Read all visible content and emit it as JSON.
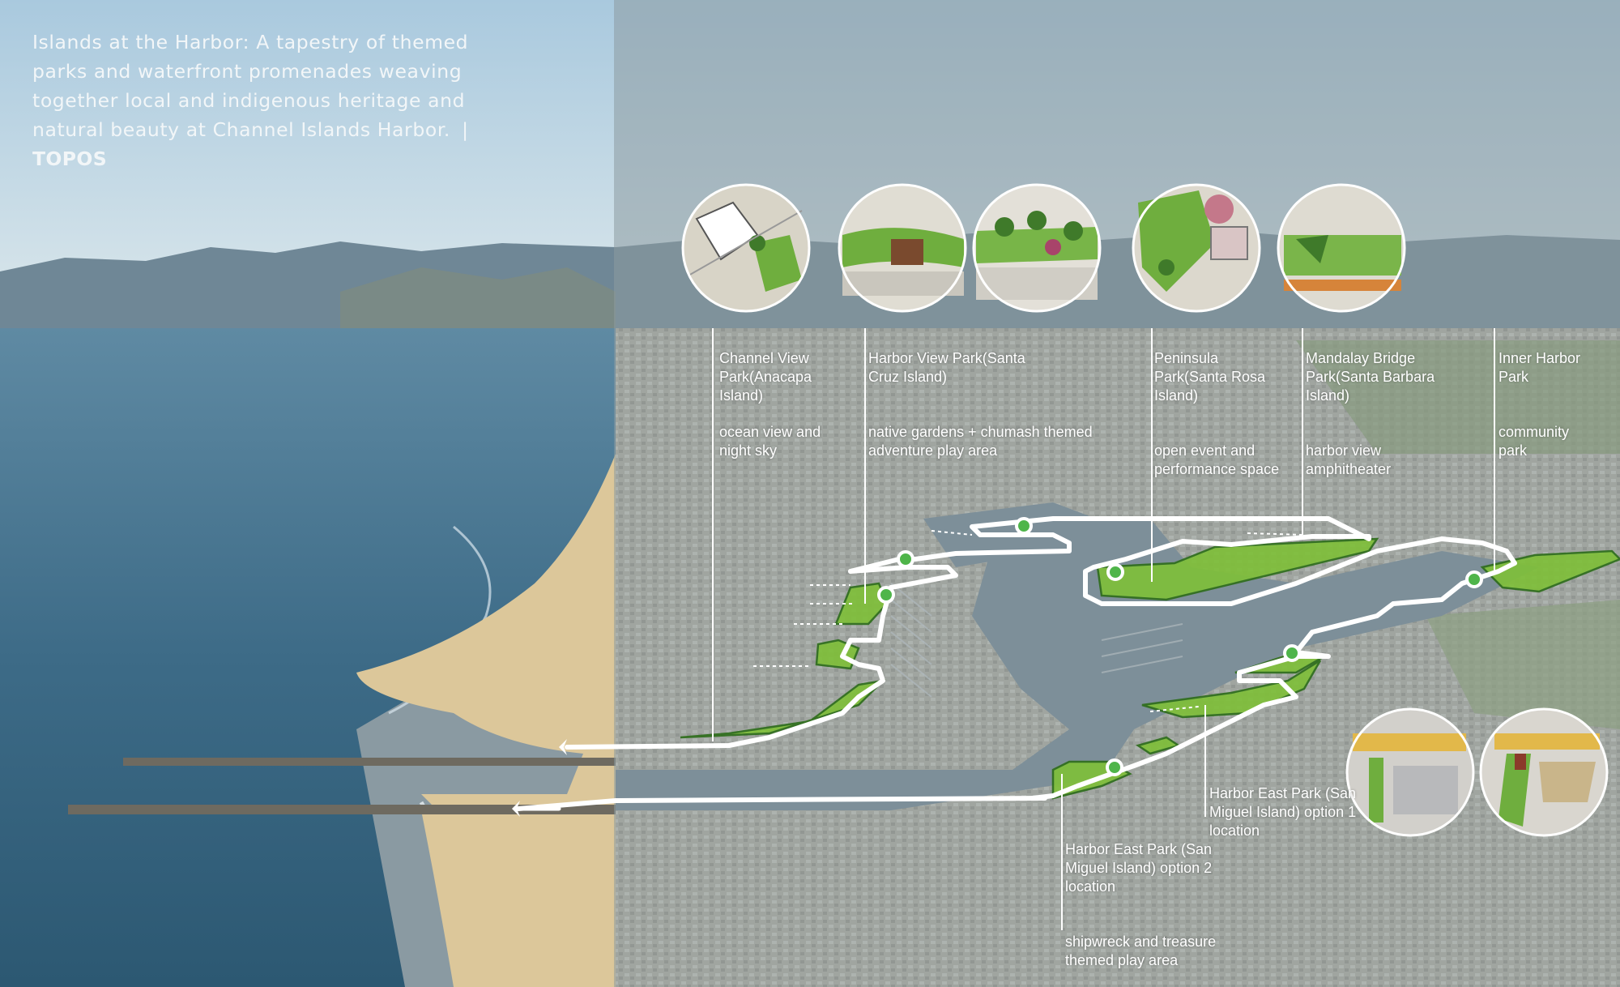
{
  "caption": {
    "text": "Islands at the Harbor: A tapestry of themed parks and waterfront promenades weaving together local and indigenous heritage and natural beauty at Channel Islands Harbor.",
    "separator": "|",
    "brand": "TOPOS"
  },
  "parks": [
    {
      "name": "Channel View Park(Anacapa Island)",
      "description": "ocean view and night sky"
    },
    {
      "name": "Harbor View Park(Santa Cruz Island)",
      "description": "native gardens + chumash themed adventure play area"
    },
    {
      "name": "Peninsula Park(Santa Rosa Island)",
      "description": "open event and performance space"
    },
    {
      "name": "Mandalay Bridge Park(Santa Barbara Island)",
      "description": "harbor view amphitheater"
    },
    {
      "name": "Inner Harbor Park",
      "description": "community park"
    },
    {
      "name": "Harbor East Park (San Miguel Island) option 1 location",
      "description": ""
    },
    {
      "name": "Harbor East Park (San Miguel Island) option 2 location",
      "description": "shipwreck and treasure themed play area"
    }
  ],
  "colors": {
    "sky": "#bcd5e4",
    "ocean": "#3f6f8a",
    "sand": "#dcc79a",
    "park_green": "#7fbf3a",
    "route": "#ffffff",
    "overlay": "#8c9aa0"
  }
}
